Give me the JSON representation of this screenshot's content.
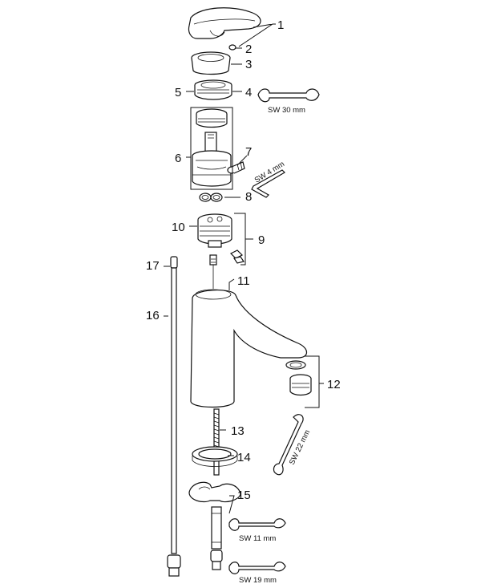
{
  "callouts": [
    {
      "id": "1",
      "label": "1"
    },
    {
      "id": "2",
      "label": "2"
    },
    {
      "id": "3",
      "label": "3"
    },
    {
      "id": "4",
      "label": "4"
    },
    {
      "id": "5",
      "label": "5"
    },
    {
      "id": "6",
      "label": "6"
    },
    {
      "id": "7",
      "label": "7"
    },
    {
      "id": "8",
      "label": "8"
    },
    {
      "id": "9",
      "label": "9"
    },
    {
      "id": "10",
      "label": "10"
    },
    {
      "id": "11",
      "label": "11"
    },
    {
      "id": "12",
      "label": "12"
    },
    {
      "id": "13",
      "label": "13"
    },
    {
      "id": "14",
      "label": "14"
    },
    {
      "id": "15",
      "label": "15"
    },
    {
      "id": "16",
      "label": "16"
    },
    {
      "id": "17",
      "label": "17"
    }
  ],
  "tools": {
    "sw30": "SW 30 mm",
    "sw4": "SW 4 mm",
    "sw22": "SW 22 mm",
    "sw11": "SW 11 mm",
    "sw19": "SW 19 mm"
  }
}
